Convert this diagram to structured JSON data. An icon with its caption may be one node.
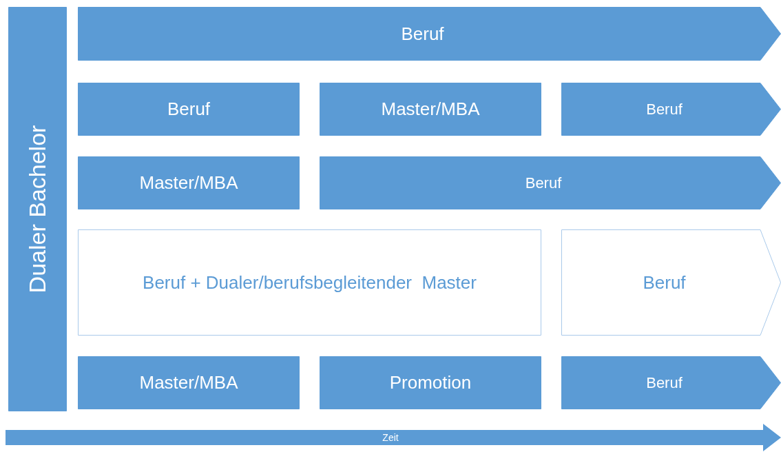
{
  "diagram": {
    "nodes": [
      {
        "text": [
          "Dualer Bachelor"
        ]
      },
      {
        "text": [
          "Beruf"
        ]
      },
      {
        "text": [
          "Beruf"
        ]
      },
      {
        "text": [
          "Master/MBA"
        ]
      },
      {
        "text": [
          "Beruf"
        ]
      },
      {
        "text": [
          "Master/MBA"
        ]
      },
      {
        "text": [
          "Beruf"
        ]
      },
      {
        "text": [
          "Beruf + Dualer/berufsbegleitender  Master"
        ]
      },
      {
        "text": [
          "Beruf"
        ]
      },
      {
        "text": [
          "Master/MBA"
        ]
      },
      {
        "text": [
          "Promotion"
        ]
      },
      {
        "text": [
          "Beruf"
        ]
      }
    ],
    "labels": [
      "Zeit"
    ]
  }
}
